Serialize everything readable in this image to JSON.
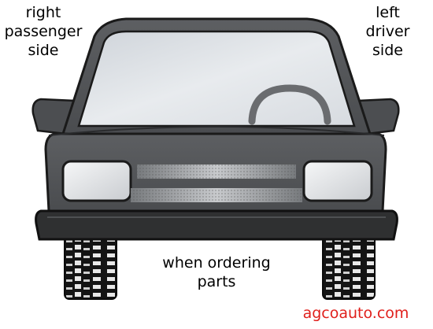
{
  "labels": {
    "left_line1": "right",
    "left_line2": "passenger",
    "left_line3": "side",
    "right_line1": "left",
    "right_line2": "driver",
    "right_line3": "side",
    "caption_line1": "when ordering",
    "caption_line2": "parts",
    "brand": "agcoauto.com"
  },
  "colors": {
    "body": "#55575a",
    "body_dark": "#3a3b3d",
    "outline": "#1a1a1a",
    "windshield": "#dde1e6",
    "headlight": "#e3e5e7",
    "bumper": "#2a2a2b",
    "tire": "#111111",
    "brand": "#e0201c"
  }
}
